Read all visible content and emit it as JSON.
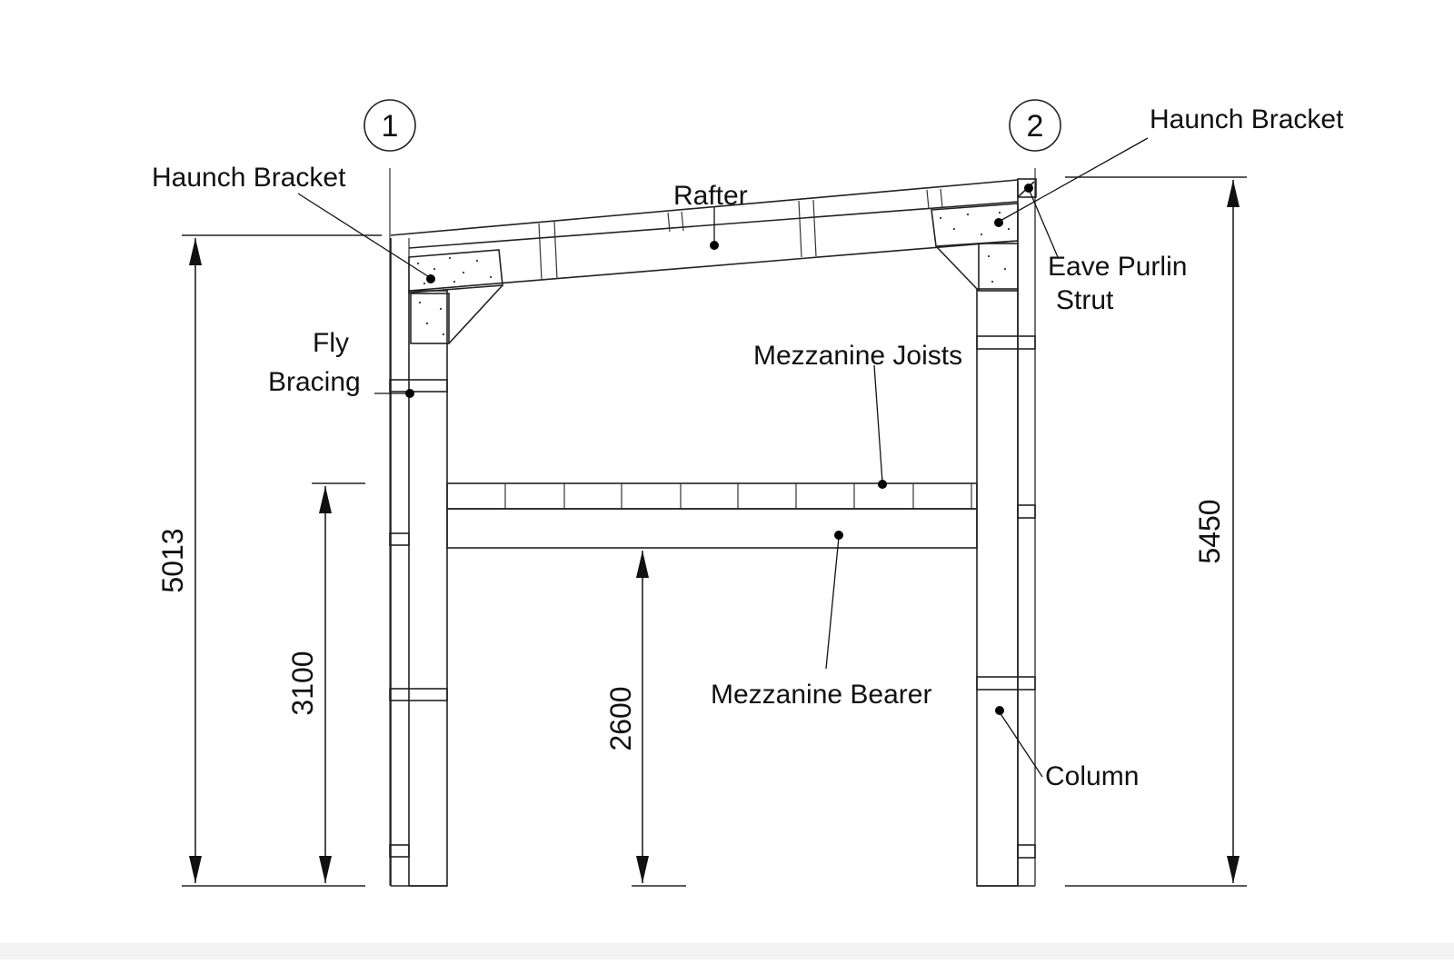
{
  "grid": {
    "left": "1",
    "right": "2"
  },
  "labels": {
    "haunch_bracket_left": "Haunch Bracket",
    "haunch_bracket_right": "Haunch Bracket",
    "rafter": "Rafter",
    "eave_purlin_line1": "Eave Purlin",
    "eave_purlin_line2": "Strut",
    "fly_bracing_line1": "Fly",
    "fly_bracing_line2": "Bracing",
    "mezzanine_joists": "Mezzanine Joists",
    "mezzanine_bearer": "Mezzanine Bearer",
    "column": "Column"
  },
  "dimensions": {
    "left_overall": "5013",
    "mezzanine_top": "3100",
    "clear_under_bearer": "2600",
    "right_overall": "5450"
  }
}
